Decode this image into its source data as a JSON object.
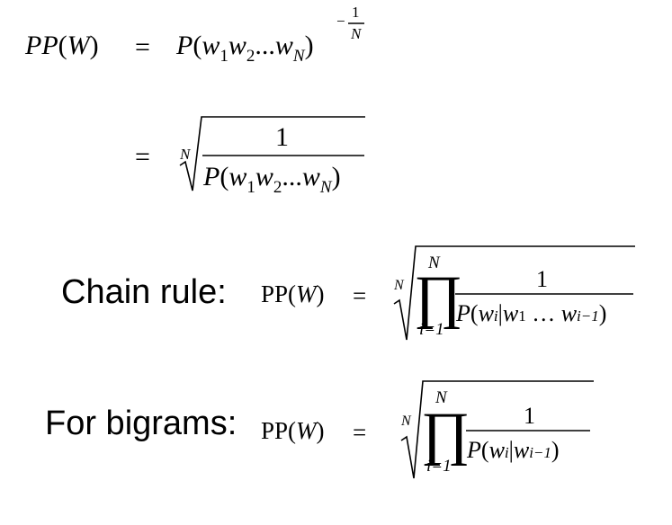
{
  "line1": {
    "pp": "PP",
    "w_arg": "W",
    "eq": "=",
    "p": "P",
    "w": "w",
    "s1": "1",
    "s2": "2",
    "dots": "...",
    "sN": "N",
    "exp_minus": "−",
    "exp_num": "1",
    "exp_den": "N"
  },
  "line2": {
    "eq": "=",
    "root_index": "N",
    "num": "1",
    "p": "P",
    "w": "w",
    "s1": "1",
    "s2": "2",
    "dots": "...",
    "sN": "N"
  },
  "chain": {
    "label": "Chain rule:",
    "pp": "PP",
    "w_arg": "W",
    "eq": "=",
    "root_index": "N",
    "prod": "∏",
    "upper": "N",
    "lower": "i=1",
    "num": "1",
    "p": "P",
    "w": "w",
    "si": "i",
    "bar": "|",
    "s1": "1",
    "ldots": "…",
    "sim1": "i−1"
  },
  "bigram": {
    "label": "For bigrams:",
    "pp": "PP",
    "w_arg": "W",
    "eq": "=",
    "root_index": "N",
    "prod": "∏",
    "upper": "N",
    "lower": "i=1",
    "num": "1",
    "p": "P",
    "w": "w",
    "si": "i",
    "bar": "|",
    "sim1": "i−1"
  }
}
